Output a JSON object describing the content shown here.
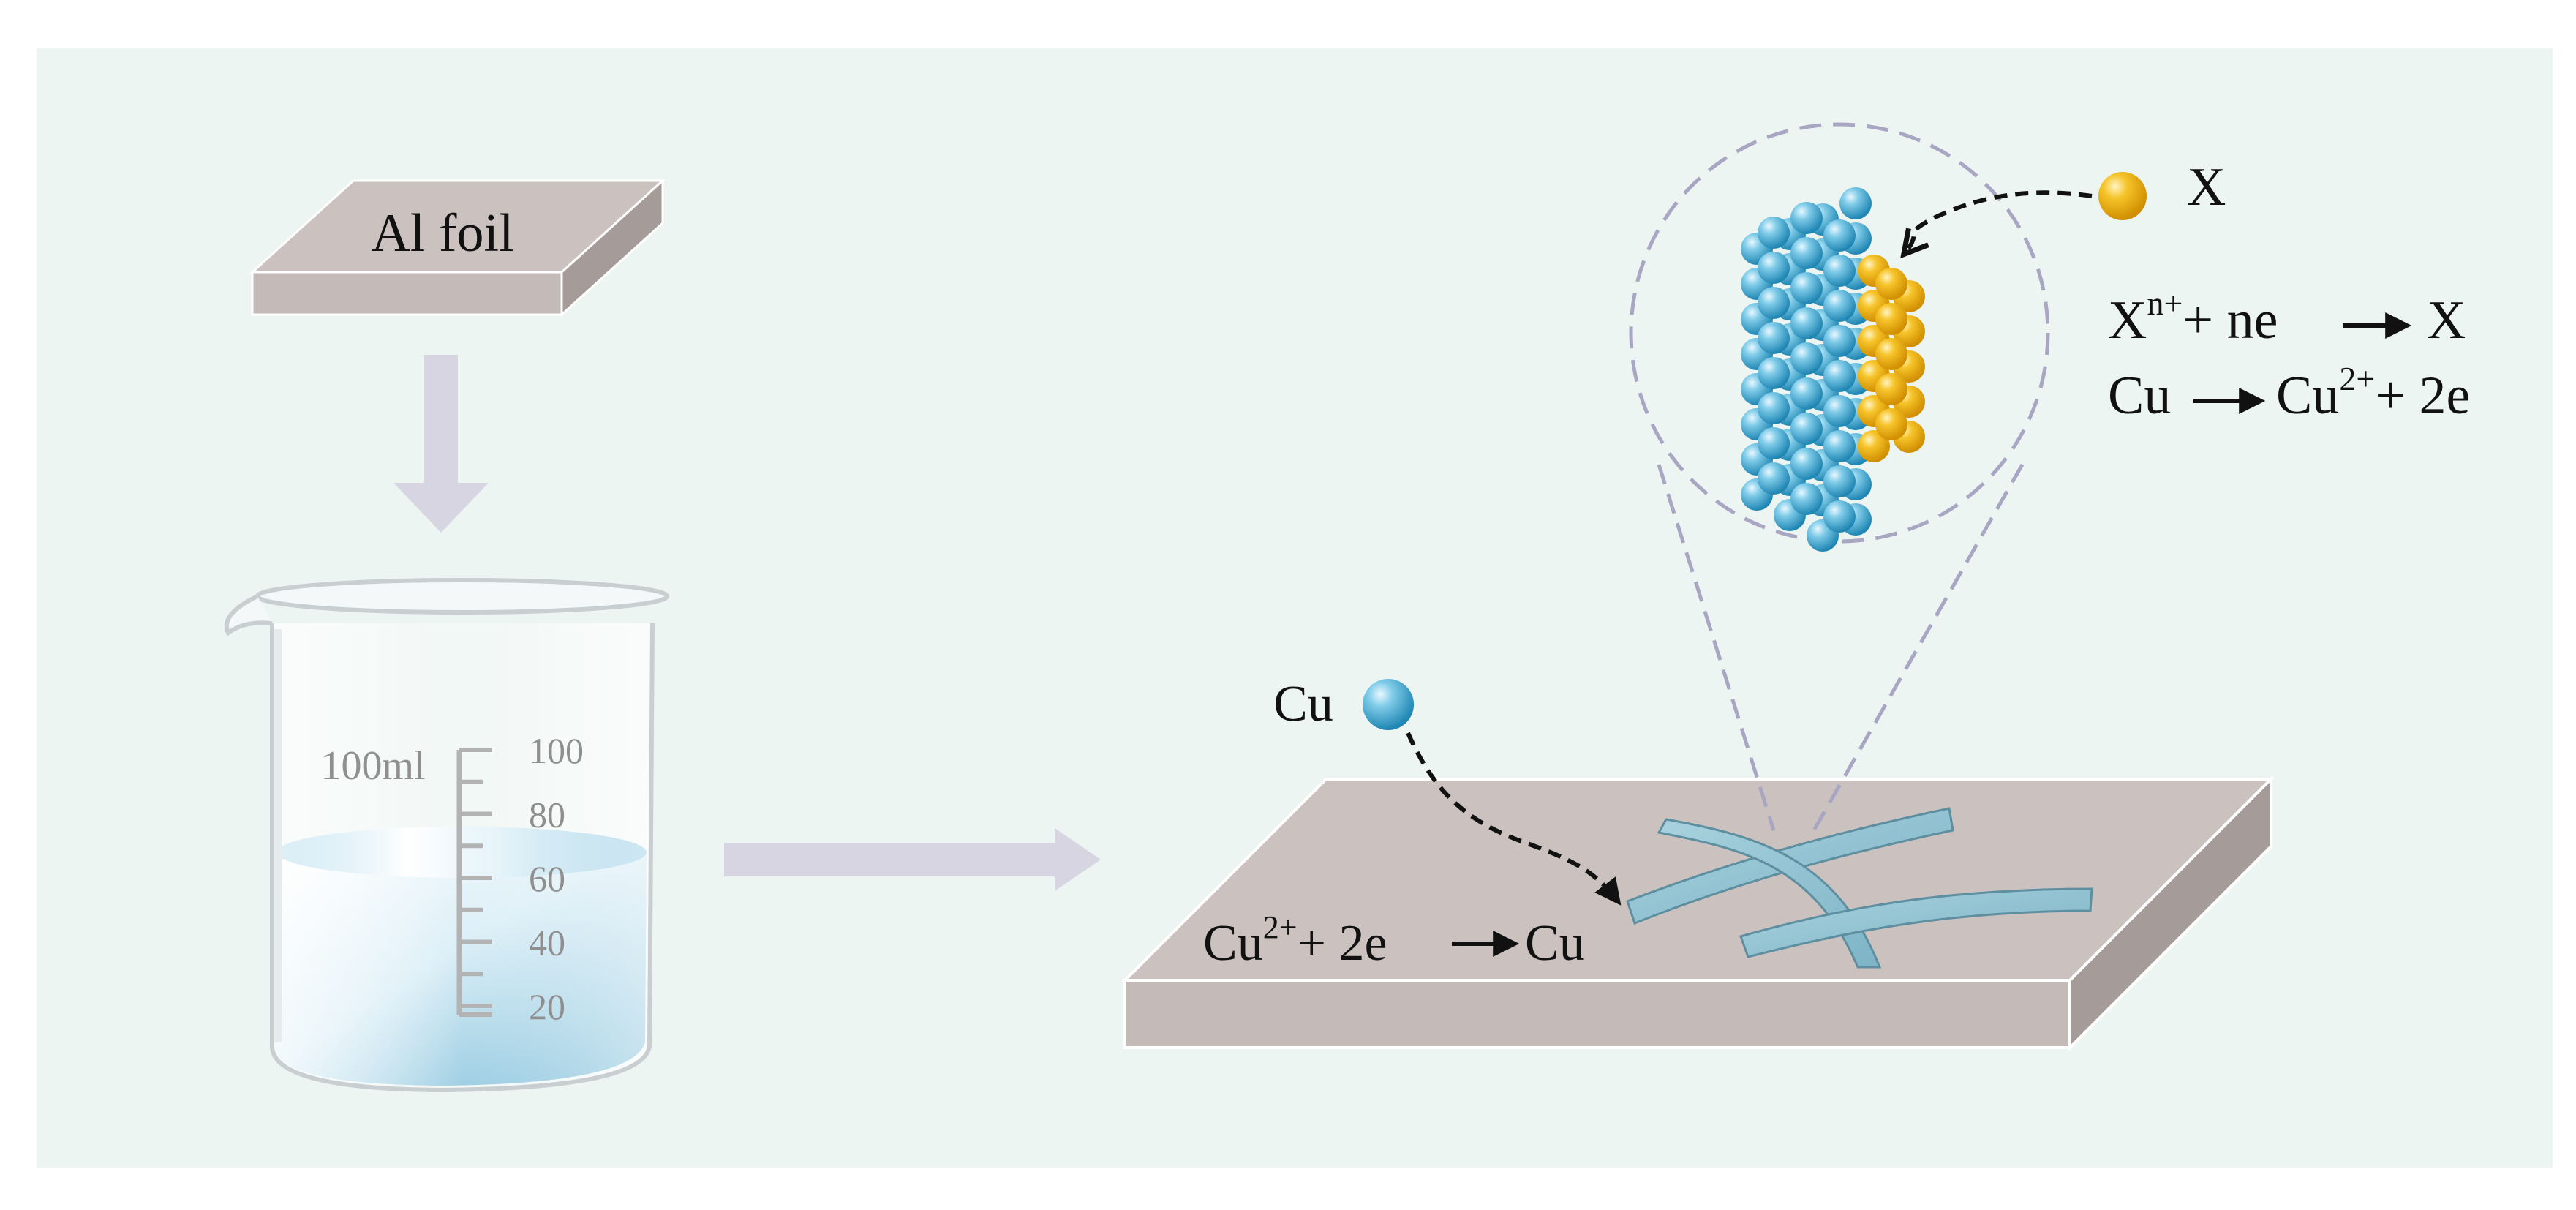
{
  "colors": {
    "background": "#edf5f2",
    "slab_top": "#cbc1bf",
    "slab_front": "#c4bab8",
    "slab_side": "#a59b99",
    "process_arrow": "#d6d5e1",
    "water": "#62b3d6",
    "cu_atom": "#38a9d1",
    "x_atom": "#f0ae08",
    "nanowire": "#8fc0cf",
    "dash_circle": "#a8a6c2"
  },
  "foil": {
    "label": "Al foil"
  },
  "beaker": {
    "volume_label": "100ml",
    "scale_labels": [
      "100",
      "80",
      "60",
      "40",
      "20"
    ],
    "water_level_ml": 70
  },
  "substrate": {
    "cu_label": "Cu",
    "cu_reaction": {
      "species": "Cu",
      "charge": "2+",
      "rest": "+ 2e",
      "product": "Cu"
    }
  },
  "zoom": {
    "x_label": "X",
    "reaction1": {
      "species": "X",
      "charge": "n+",
      "rest": "+ ne",
      "product": "X"
    },
    "reaction2": {
      "reactant": "Cu",
      "species": "Cu",
      "charge": "2+",
      "rest": "+ 2e"
    }
  }
}
